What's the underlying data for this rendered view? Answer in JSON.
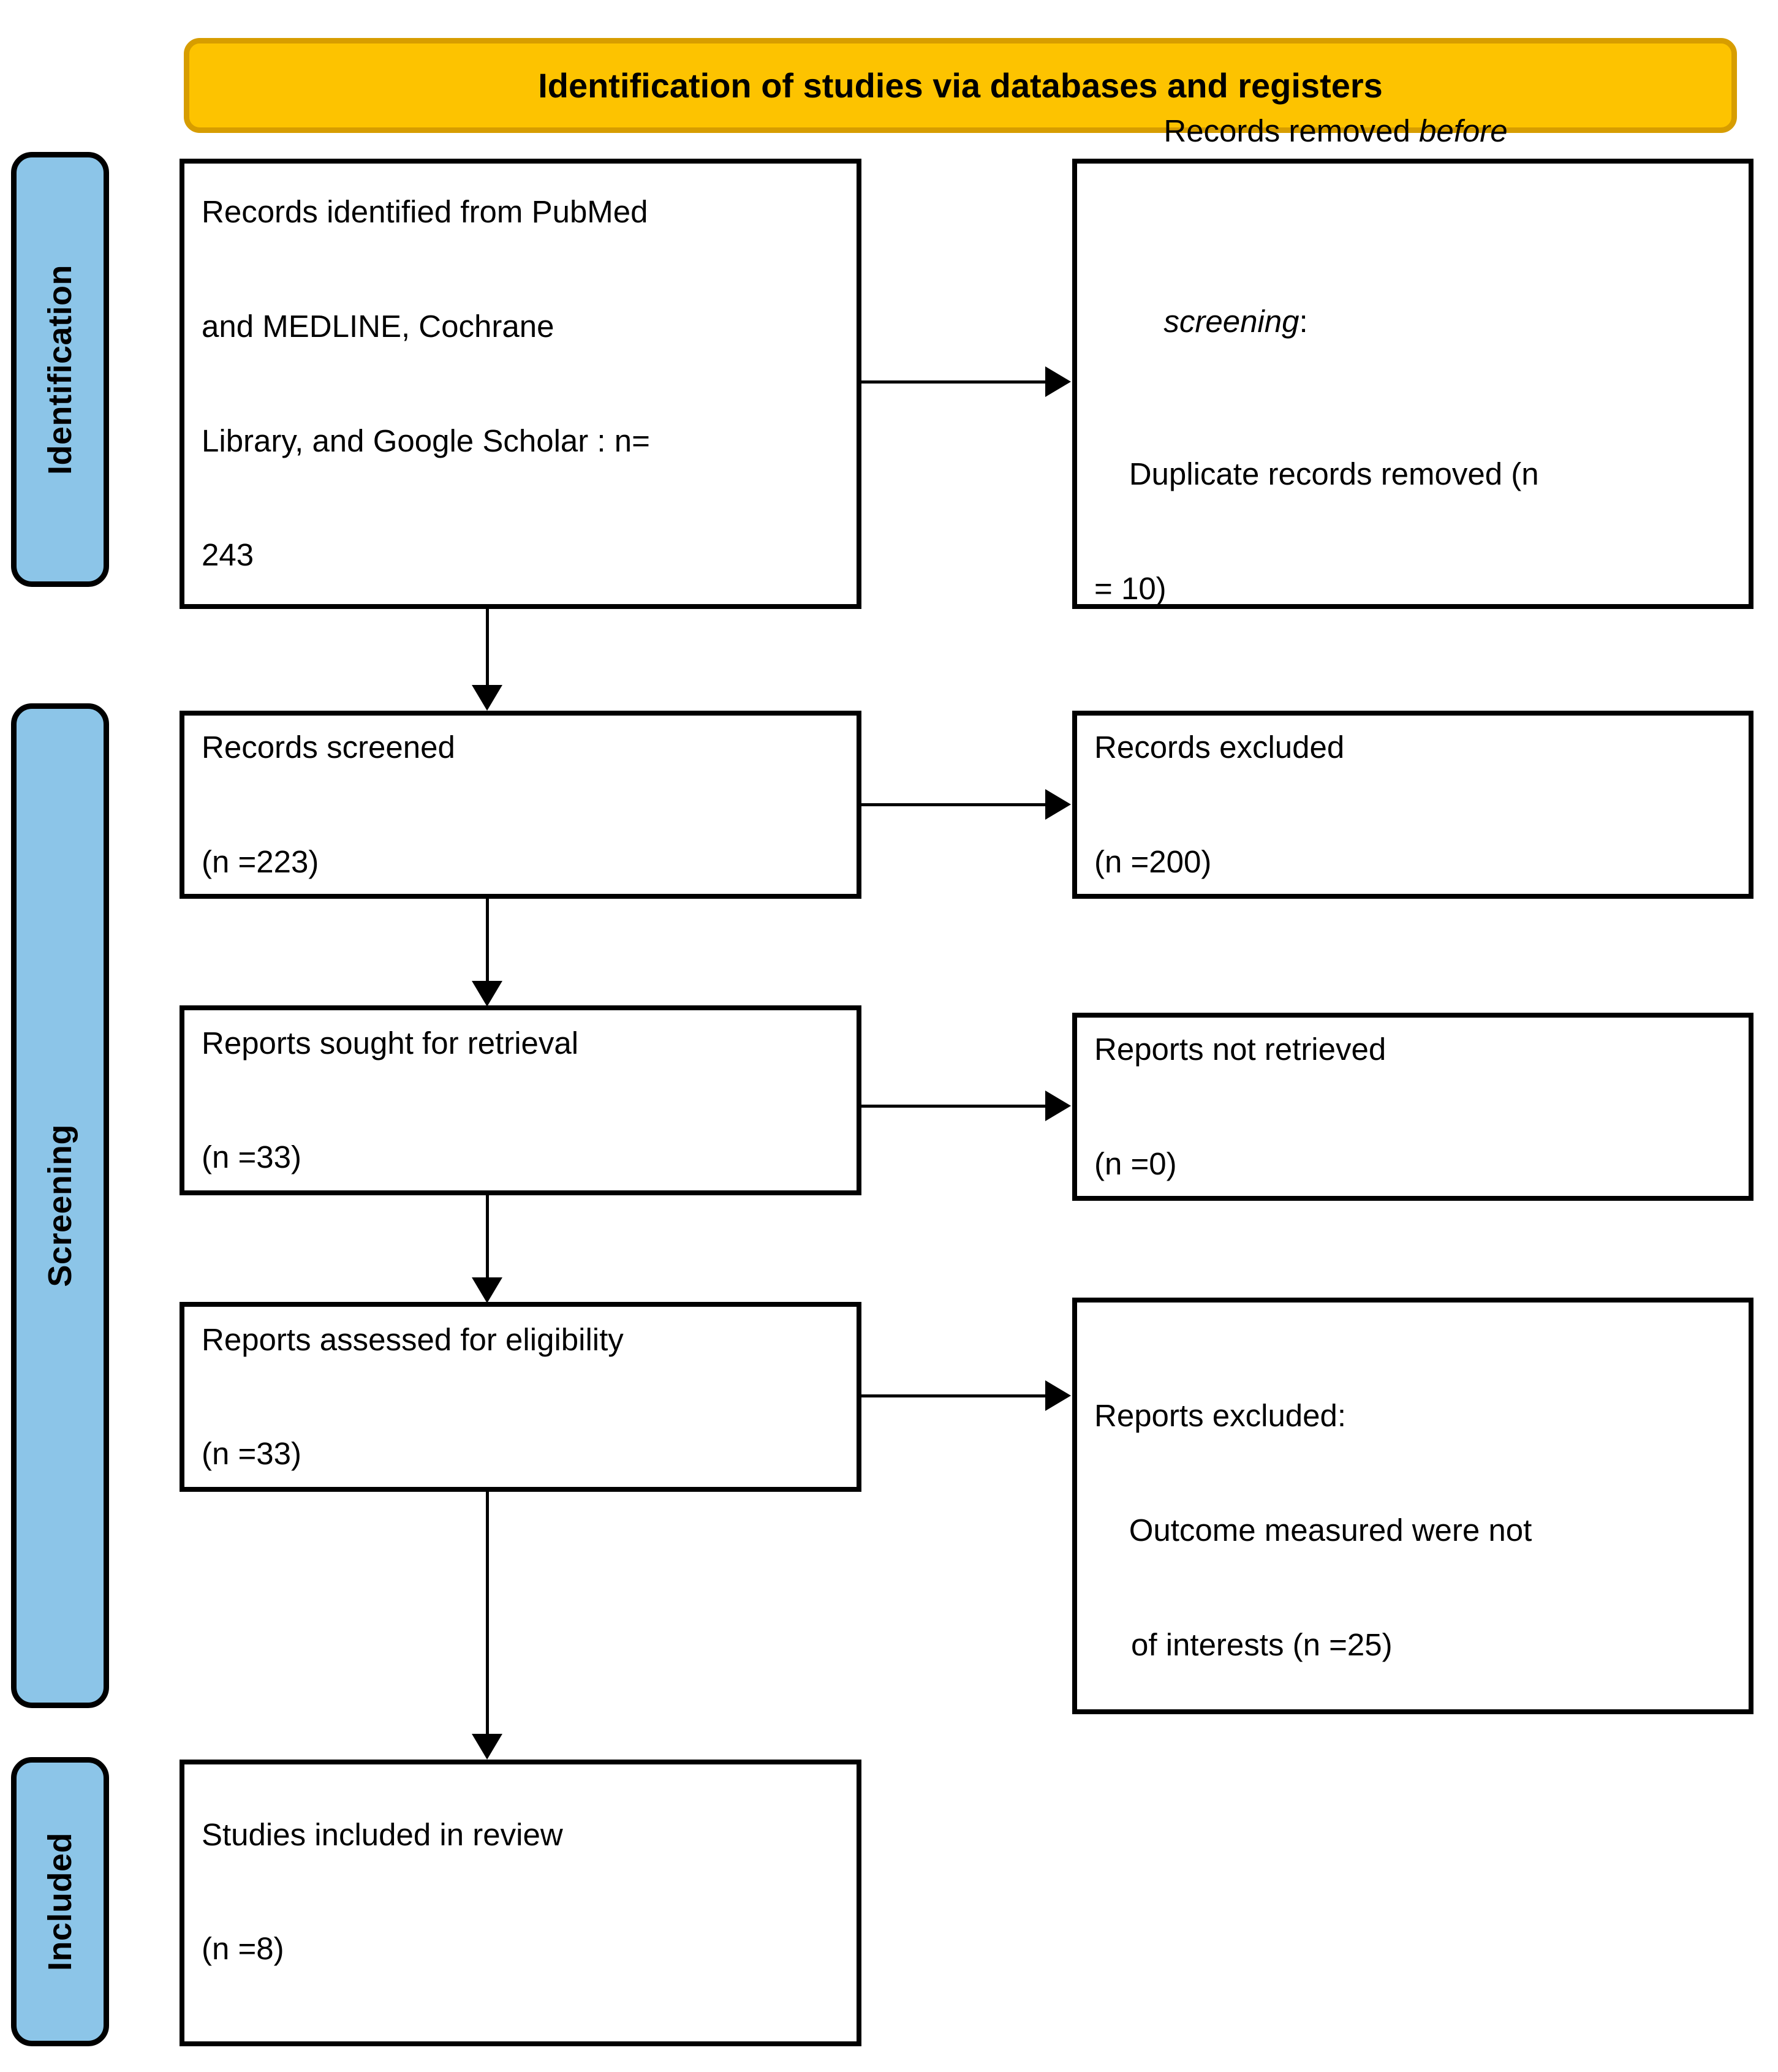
{
  "diagram": {
    "type": "PRISMA flow diagram",
    "banner": {
      "title": "Identification of studies via databases and registers",
      "bg_color": "#FDC300",
      "border_color": "#D79D00"
    },
    "stage_color": "#8CC5E8",
    "stages": [
      {
        "id": "identification",
        "label": "Identification"
      },
      {
        "id": "screening",
        "label": "Screening"
      },
      {
        "id": "included",
        "label": "Included"
      }
    ],
    "boxes": {
      "records_identified": {
        "line1": "Records identified from PubMed",
        "line2": "and MEDLINE, Cochrane",
        "line3": "Library, and Google Scholar : n=",
        "line4": "243",
        "count": 243
      },
      "records_removed": {
        "line1_prefix": "Records removed ",
        "line1_italic": "before",
        "line2_italic": "screening",
        "line2_suffix": ":",
        "line3": "    Duplicate records removed (n",
        "line4": "= 10)",
        "count": 10
      },
      "records_screened": {
        "line1": "Records screened",
        "line2": "(n =223)",
        "count": 223
      },
      "records_excluded": {
        "line1": "Records excluded",
        "line2": "(n =200)",
        "count": 200
      },
      "reports_sought": {
        "line1": "Reports sought for retrieval",
        "line2": "(n =33)",
        "count": 33
      },
      "reports_not_retrieved": {
        "line1": "Reports not retrieved",
        "line2": "(n =0)",
        "count": 0
      },
      "reports_assessed": {
        "line1": "Reports assessed for eligibility",
        "line2": "(n =33)",
        "count": 33
      },
      "reports_excluded": {
        "line1": "Reports excluded:",
        "line2": "    Outcome measured were not",
        "line3": "of interests (n =25)",
        "count": 25
      },
      "studies_included": {
        "line1": "Studies included in review",
        "line2": "(n =8)",
        "count": 8
      }
    }
  }
}
